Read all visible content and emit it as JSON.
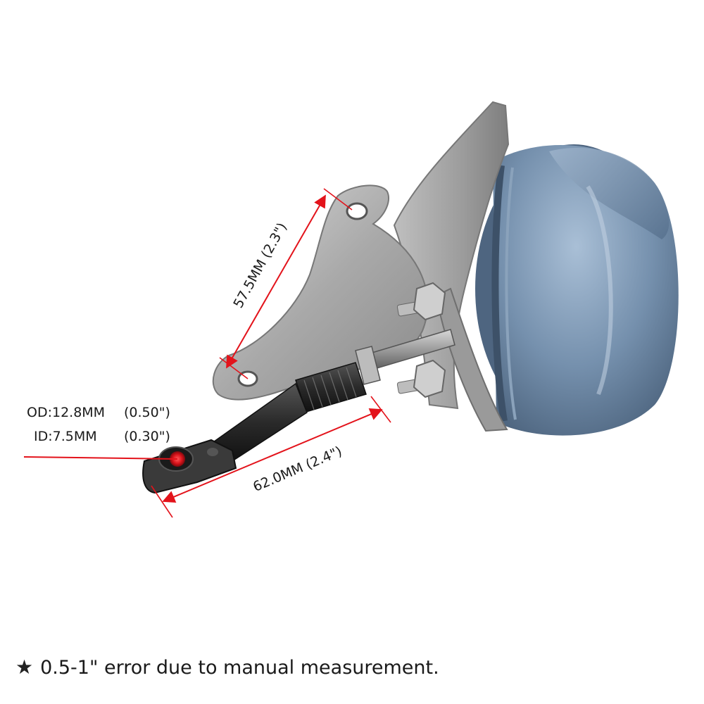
{
  "dimensions": {
    "bracket_length": "57.5MM (2.3\")",
    "rod_length": "62.0MM (2.4\")"
  },
  "rod_end": {
    "od_label": "OD:12.8MM",
    "od_inch": "(0.50\")",
    "id_label": "ID:7.5MM",
    "id_inch": "(0.30\")"
  },
  "note": {
    "icon": "star-icon",
    "text": "0.5-1\" error due to manual measurement."
  },
  "colors": {
    "dimension_line": "#e3131b",
    "canister": "#6f8ba8",
    "bracket": "#b9b9b9",
    "rod": "#2e2e2e"
  }
}
